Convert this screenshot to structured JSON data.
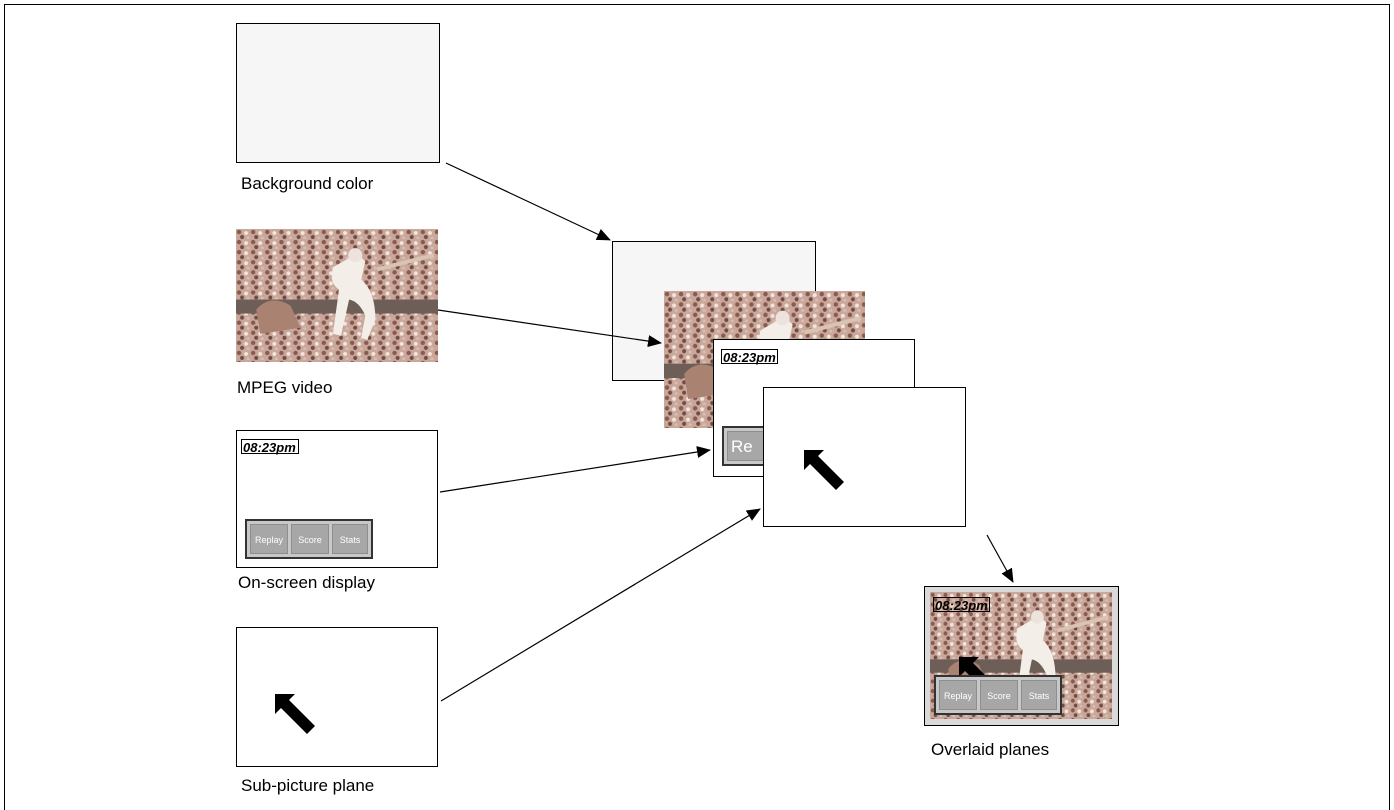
{
  "labels": {
    "background": "Background color",
    "mpeg": "MPEG video",
    "osd": "On-screen display",
    "subpicture": "Sub-picture plane",
    "overlaid": "Overlaid planes"
  },
  "osd": {
    "time": "08:23pm",
    "buttons": [
      "Replay",
      "Score",
      "Stats"
    ],
    "stack_button_fragment": "Re"
  },
  "colors": {
    "background_plane": "#f6f6f6",
    "button_fill": "#a7a7a7"
  },
  "icons": {
    "cursor": "northwest-arrow-icon"
  }
}
